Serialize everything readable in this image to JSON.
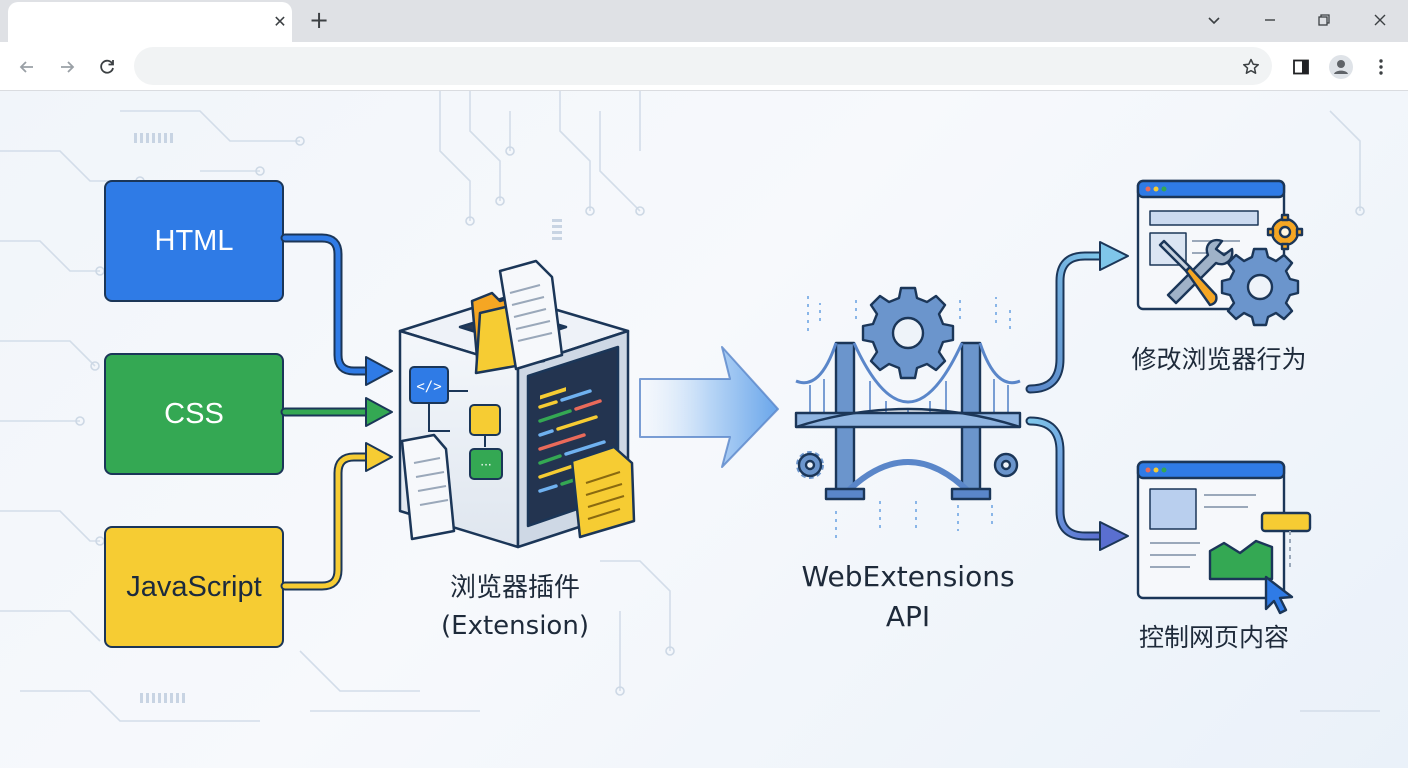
{
  "browser": {
    "tab_close_glyph": "✕",
    "new_tab_glyph": "+",
    "address": ""
  },
  "diagram": {
    "inputs": [
      {
        "label": "HTML",
        "color": "#2f7be6"
      },
      {
        "label": "CSS",
        "color": "#34a853"
      },
      {
        "label": "JavaScript",
        "color": "#f6cc33"
      }
    ],
    "extension": {
      "line1": "浏览器插件",
      "line2": "(Extension)"
    },
    "api": {
      "line1": "WebExtensions",
      "line2": "API"
    },
    "outputs": [
      {
        "label": "修改浏览器行为"
      },
      {
        "label": "控制网页内容"
      }
    ],
    "colors": {
      "outline": "#1b3658",
      "accent_blue": "#2f7be6",
      "accent_green": "#34a853",
      "accent_yellow": "#f6cc33",
      "bridge": "#5a86c9",
      "gear": "#6b95cc",
      "orange": "#f5a623"
    },
    "icons": [
      "code-icon",
      "folder-icon",
      "document-icon",
      "gear-icon",
      "wrench-icon",
      "screwdriver-icon",
      "cursor-icon",
      "bridge-icon"
    ]
  }
}
